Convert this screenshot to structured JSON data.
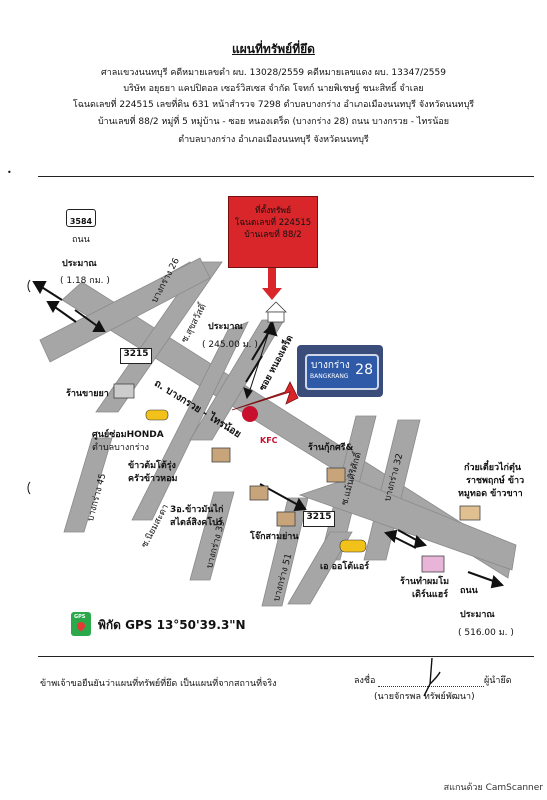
{
  "header": {
    "title": "แผนที่ทรัพย์ที่ยึด",
    "line1": "ศาลแขวงนนทบุรี  คดีหมายเลขดำ ผบ. 13028/2559  คดีหมายเลขแดง ผบ. 13347/2559",
    "line2": "บริษัท อยุธยา แคปปิตอล เซอร์วิสเซส จำกัด  โจทก์   นายพิเชษฐ์  ชนะสิทธิ์    จำเลย",
    "line3": "โฉนดเลขที่ 224515  เลขที่ดิน  631  หน้าสำรวจ  7298  ตำบลบางกร่าง  อำเภอเมืองนนทบุรี  จังหวัดนนทบุรี",
    "line4": "บ้านเลขที่ 88/2  หมู่ที่    5    หมู่บ้าน -     ซอย หนองเตร็ด (บางกร่าง 28)  ถนน บางกรวย - ไทรน้อย",
    "line5": "ตำบลบางกร่าง  อำเภอเมืองนนทบุรี  จังหวัดนนทบุรี"
  },
  "property_box": {
    "line1": "ที่ตั้งทรัพย์",
    "line2": "โฉนดเลขที่ 224515",
    "line3": "บ้านเลขที่  88/2"
  },
  "highway_3584": {
    "number": "3584",
    "label": "ถนน"
  },
  "highway_3215_left": "3215",
  "highway_3215_right": "3215",
  "distances": {
    "left_label": "ประมาณ",
    "left_value": "( 1.18 กม. )",
    "mid_label": "ประมาณ",
    "mid_value": "( 245.00 ม. )",
    "right_road": "ถนน",
    "right_label": "ประมาณ",
    "right_value": "( 516.00 ม. )"
  },
  "roads": {
    "bang_krang_26": "บางกร่าง 26",
    "soi_suksawat": "ซ.สุขสวัสดิ์",
    "soi_nong_tret": "ซอย หนองเตร็ด",
    "main_road": "ถ. บางกรวย - ไทรน้อย",
    "bang_krang_45": "บางกร่าง 45",
    "soi_niyomsa": "ซ.นิยมสะดา",
    "bang_krang_39": "บางกร่าง 39",
    "bang_krang_51": "บางกร่าง 51",
    "soi_maen_sirisak": "ซ.แม้นศิริศักดิ์",
    "bang_krang_32": "บางกร่าง 32"
  },
  "street_sign": {
    "thai": "บางกร่าง",
    "english": "BANGKRANG",
    "number": "28"
  },
  "landmarks": {
    "pharmacy": "ร้านขายยา",
    "honda": "ศูนย์ซ่อมHONDA",
    "honda_sub": "ตำบลบางกร่าง",
    "kfc": "KFC",
    "khao_tom": "ข้าวต้มโต้รุ่ง",
    "khao_tom_sub": "ครัวข้าวหอม",
    "kook_sri": "ร้านกุ้กศรี&",
    "khao_mun_gai": "3อ.ข้าวมันไก่",
    "khao_mun_gai_sub": "สไตล์สิงคโปร์",
    "jok": "โจ๊กสามย่าน",
    "air": "เอ ออโต้แอร์",
    "noodle": "ก๋วยเตี๋ยวไก่ตุ๋น",
    "noodle_2": "ราชพฤกษ์ ข้าว",
    "noodle_3": "หมูทอด ข้าวขาา",
    "shop": "ร้านทำผมโม",
    "shop_sub": "เดิร์นแฮร์"
  },
  "gps": {
    "icon_text": "GPS",
    "text": "พิกัด GPS 13°50'39.3\"N"
  },
  "certification": {
    "statement": "ข้าพเจ้าขอยืนยันว่าแผนที่ทรัพย์ที่ยึด เป็นแผนที่จากสถานที่จริง",
    "sign_prefix": "ลงชื่อ",
    "sign_role": "ผู้นำยึด",
    "signer": "(นายจักรพล   ทรัพย์พัฒนา)"
  },
  "footer": "สแกนด้วย CamScanner",
  "colors": {
    "road": "#a6a6a6",
    "red": "#d8262b",
    "yellow": "#f2c21a",
    "sign_blue": "#2e5aa8"
  }
}
